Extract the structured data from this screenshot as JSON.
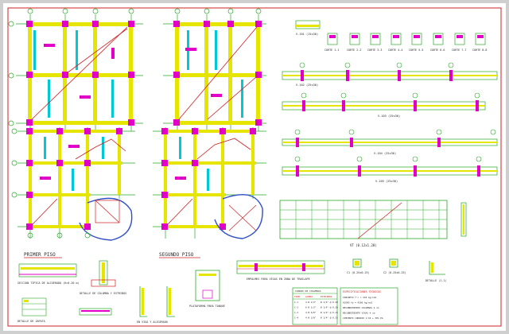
{
  "drawing": {
    "plans": {
      "first_floor": "PRIMER PISO",
      "second_floor": "SEGUNDO PISO"
    },
    "beam_labels": [
      "V-101 (15x30)",
      "V-102 (25x30)",
      "V-103 (25x30)",
      "V-104 (25x30)",
      "V-105 (25x30)"
    ],
    "section_cuts": [
      "CORTE 1-1",
      "CORTE 2-2",
      "CORTE 3-3",
      "CORTE 4-4",
      "CORTE 5-5",
      "CORTE 6-6",
      "CORTE 7-7",
      "CORTE 8-8"
    ],
    "wall_label": "VT (0.12x1.20)",
    "details": {
      "typical_section": "SECCION TIPICA DE ALIGERADO (H=0.20 m)",
      "column_detail": "DETALLE DE COLUMNA Y ESTRIBOS",
      "footing_detail": "DETALLE DE ZAPATA",
      "beam_joint": "EN VIGA Y ALIGERADO",
      "platform_detail": "PLATAFORMA PARA TANQUE",
      "overlap_detail": "EMPALMES PARA VIGAS EN ZONA DE TRASLAPE",
      "col_a": "C1 (0.25x0.25)",
      "col_b": "C2 (0.25x0.25)",
      "stairs_detail": "DETALLE (1-1)",
      "column_table_title": "CUADRO DE COLUMNAS"
    },
    "table": {
      "headers": [
        "TIPO",
        "ACERO",
        "ESTRIBOS"
      ],
      "rows": [
        [
          "C-1",
          "4 Ø 1/2\"",
          "Ø 1/4\" @ 0.20"
        ],
        [
          "C-2",
          "6 Ø 1/2\"",
          "Ø 1/4\" @ 0.20"
        ],
        [
          "C-3",
          "4 Ø 5/8\"",
          "Ø 1/4\" @ 0.15"
        ],
        [
          "C-4",
          "4 Ø 3/8\"",
          "Ø 1/4\" @ 0.25"
        ]
      ]
    },
    "notes_title": "ESPECIFICACIONES TECNICAS",
    "notes": [
      "CONCRETO f'c = 210 kg/cm2",
      "ACERO fy = 4200 kg/cm2",
      "RECUBRIMIENTO COLUMNAS 4 cm",
      "RECUBRIMIENTO VIGAS 4 cm",
      "CIMIENTO CORRIDO 1:10 + 30% PG"
    ],
    "colors": {
      "background": "#ffffff",
      "border": "#d02020",
      "axis": "#29a929",
      "beam": "#e5e500",
      "column": "#e200c8",
      "slab": "#00c8d4",
      "diagonal": "#d02020"
    }
  }
}
